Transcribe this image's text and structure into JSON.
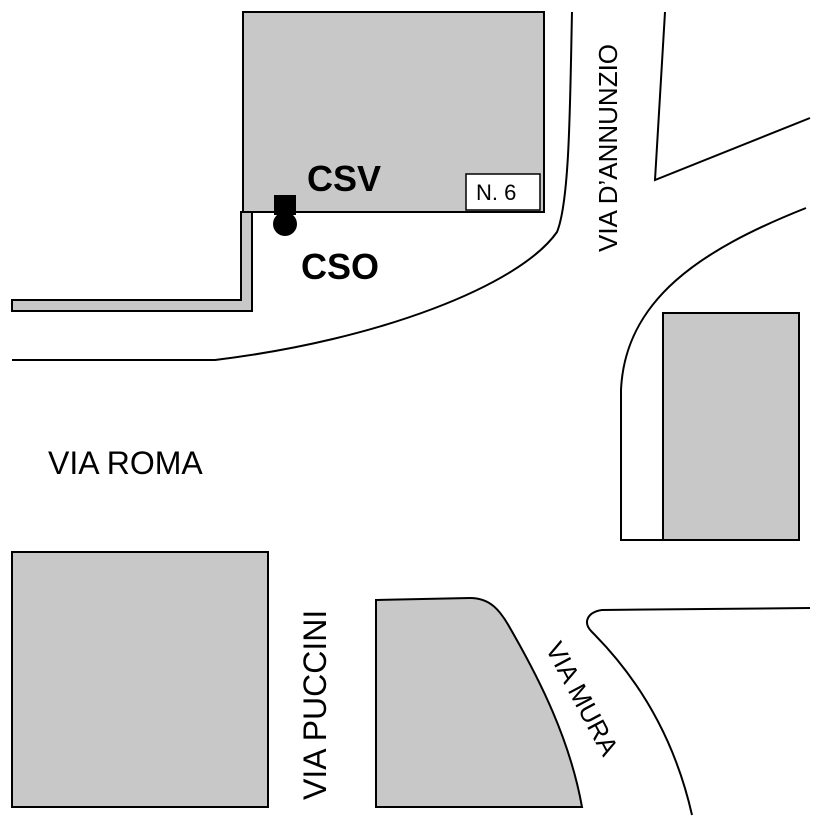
{
  "map": {
    "streets": {
      "via_roma": "VIA ROMA",
      "via_dannunzio": "VIA D’ANNUNZIO",
      "via_puccini": "VIA PUCCINI",
      "via_mura": "VIA MURA"
    },
    "markers": {
      "csv": "CSV",
      "cso": "CSO"
    },
    "house_number": "N. 6",
    "colors": {
      "block_fill": "#c8c8c8",
      "line": "#000000",
      "background": "#ffffff"
    }
  }
}
